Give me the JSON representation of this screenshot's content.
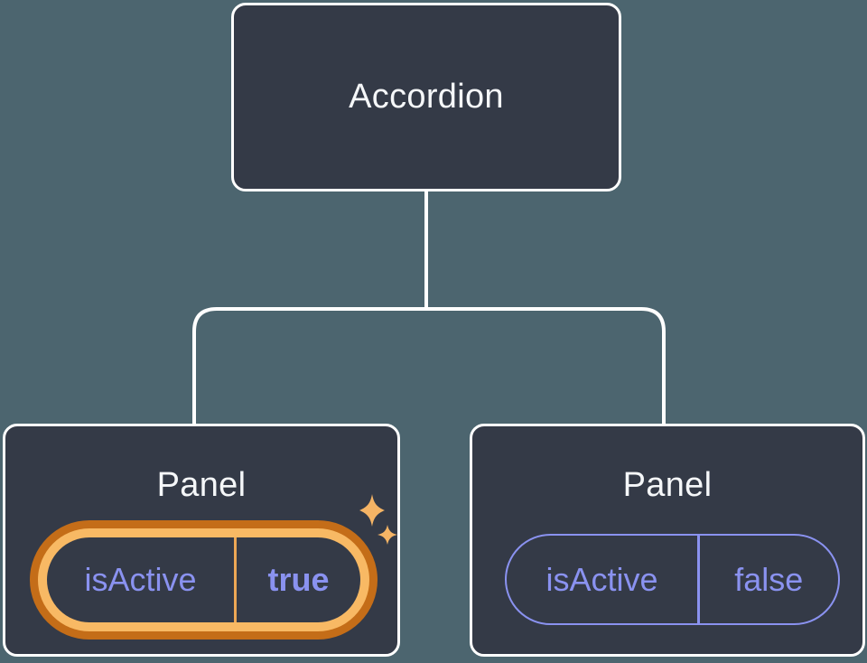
{
  "tree": {
    "root": {
      "label": "Accordion"
    },
    "panels": [
      {
        "title": "Panel",
        "prop_name": "isActive",
        "prop_value": "true",
        "state": "active",
        "decoration": "sparkles-icon"
      },
      {
        "title": "Panel",
        "prop_name": "isActive",
        "prop_value": "false",
        "state": "inactive"
      }
    ]
  },
  "colors": {
    "background": "#4C656F",
    "node_fill": "#343A47",
    "node_border": "#FFFFFF",
    "connector": "#FFFFFF",
    "title_text": "#F5F7F9",
    "prop_text": "#8A92F0",
    "pill_border_inactive": "#8A92F0",
    "highlight_ring_inner": "#F8B964",
    "highlight_ring_outer": "#C46D18",
    "active_divider": "#EDA755",
    "sparkle": "#F5B465"
  }
}
